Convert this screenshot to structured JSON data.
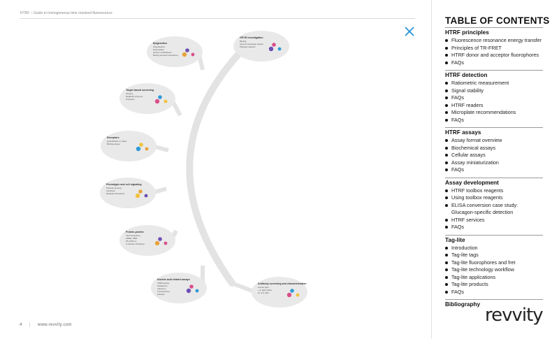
{
  "header": {
    "breadcrumb": "HTRF – Guide to homogeneous time resolved fluorescence"
  },
  "footer": {
    "page_number": "4",
    "separator": "|",
    "url": "www.revvity.com"
  },
  "diagram": {
    "nodes": [
      {
        "title": "Epigenetics",
        "lines": [
          "Ubiquitination,",
          "Deacetylase,",
          "Histone modifications,",
          "Binding domains interactions"
        ]
      },
      {
        "title": "GPCR investigation",
        "lines": [
          "Binding,",
          "Second messenger assays,",
          "Pathway readouts"
        ]
      },
      {
        "title": "Target based screening",
        "lines": [
          "Kinases,",
          "Metabolic enzymes,",
          "Proteases"
        ]
      },
      {
        "title": "Receptors",
        "lines": [
          "Quantification in native",
          "Binding assays"
        ]
      },
      {
        "title": "Phenotypic and cell signaling",
        "lines": [
          "Phospho-proteins,",
          "Cytokines,",
          "Metabolic biomarkers"
        ]
      },
      {
        "title": "Protein-protein",
        "lines": [
          "Viral interactions,",
          "ADME, GBM,",
          "PD-1/PD-L1,",
          "& variants, E3 ligases"
        ]
      },
      {
        "title": "Nucleic acid related assays",
        "lines": [
          "TRRP activity,",
          "Glutathione,",
          "Aptamers,",
          "Transcriptome,",
          "Helicase"
        ]
      },
      {
        "title": "Antibody screening and characterization",
        "lines": [
          "Human IgGs,",
          "+ &, light chains,",
          "Fc, Fcγ ADC"
        ]
      }
    ]
  },
  "toc": {
    "title": "TABLE OF CONTENTS",
    "sections": [
      {
        "heading": "HTRF principles",
        "items": [
          "Fluorescence resonance energy transfer",
          "Principles of TR-FRET",
          "HTRF donor and acceptor fluorophores",
          "FAQs"
        ]
      },
      {
        "heading": "HTRF detection",
        "items": [
          "Ratiometric measurement",
          "Signal stability",
          "FAQs",
          "HTRF readers",
          "Microplate recommendations",
          "FAQs"
        ]
      },
      {
        "heading": "HTRF assays",
        "items": [
          "Assay format overview",
          "Biochemical assays",
          "Cellular assays",
          "Assay miniaturization",
          "FAQs"
        ]
      },
      {
        "heading": "Assay development",
        "items": [
          "HTRF toolbox reagents",
          "Using toolbox reagents",
          "ELISA conversion case study:",
          "HTRF services",
          "FAQs"
        ],
        "continuation": "Glucagon-specific detection"
      },
      {
        "heading": "Tag-lite",
        "items": [
          "Introduction",
          "Tag-lite tags",
          "Tag-lite fluorophores and fret",
          "Tag-lite technology workflow",
          "Tag-lite applications",
          "Tag-lite products",
          "FAQs"
        ]
      },
      {
        "heading": "Bibliography",
        "items": []
      }
    ]
  },
  "brand": {
    "logo_text": "revvity",
    "logo_color": "#222222"
  },
  "colors": {
    "arc": "#e3e3e3",
    "bubble": "#e9e9e9",
    "accent": "#1f8fd6"
  }
}
